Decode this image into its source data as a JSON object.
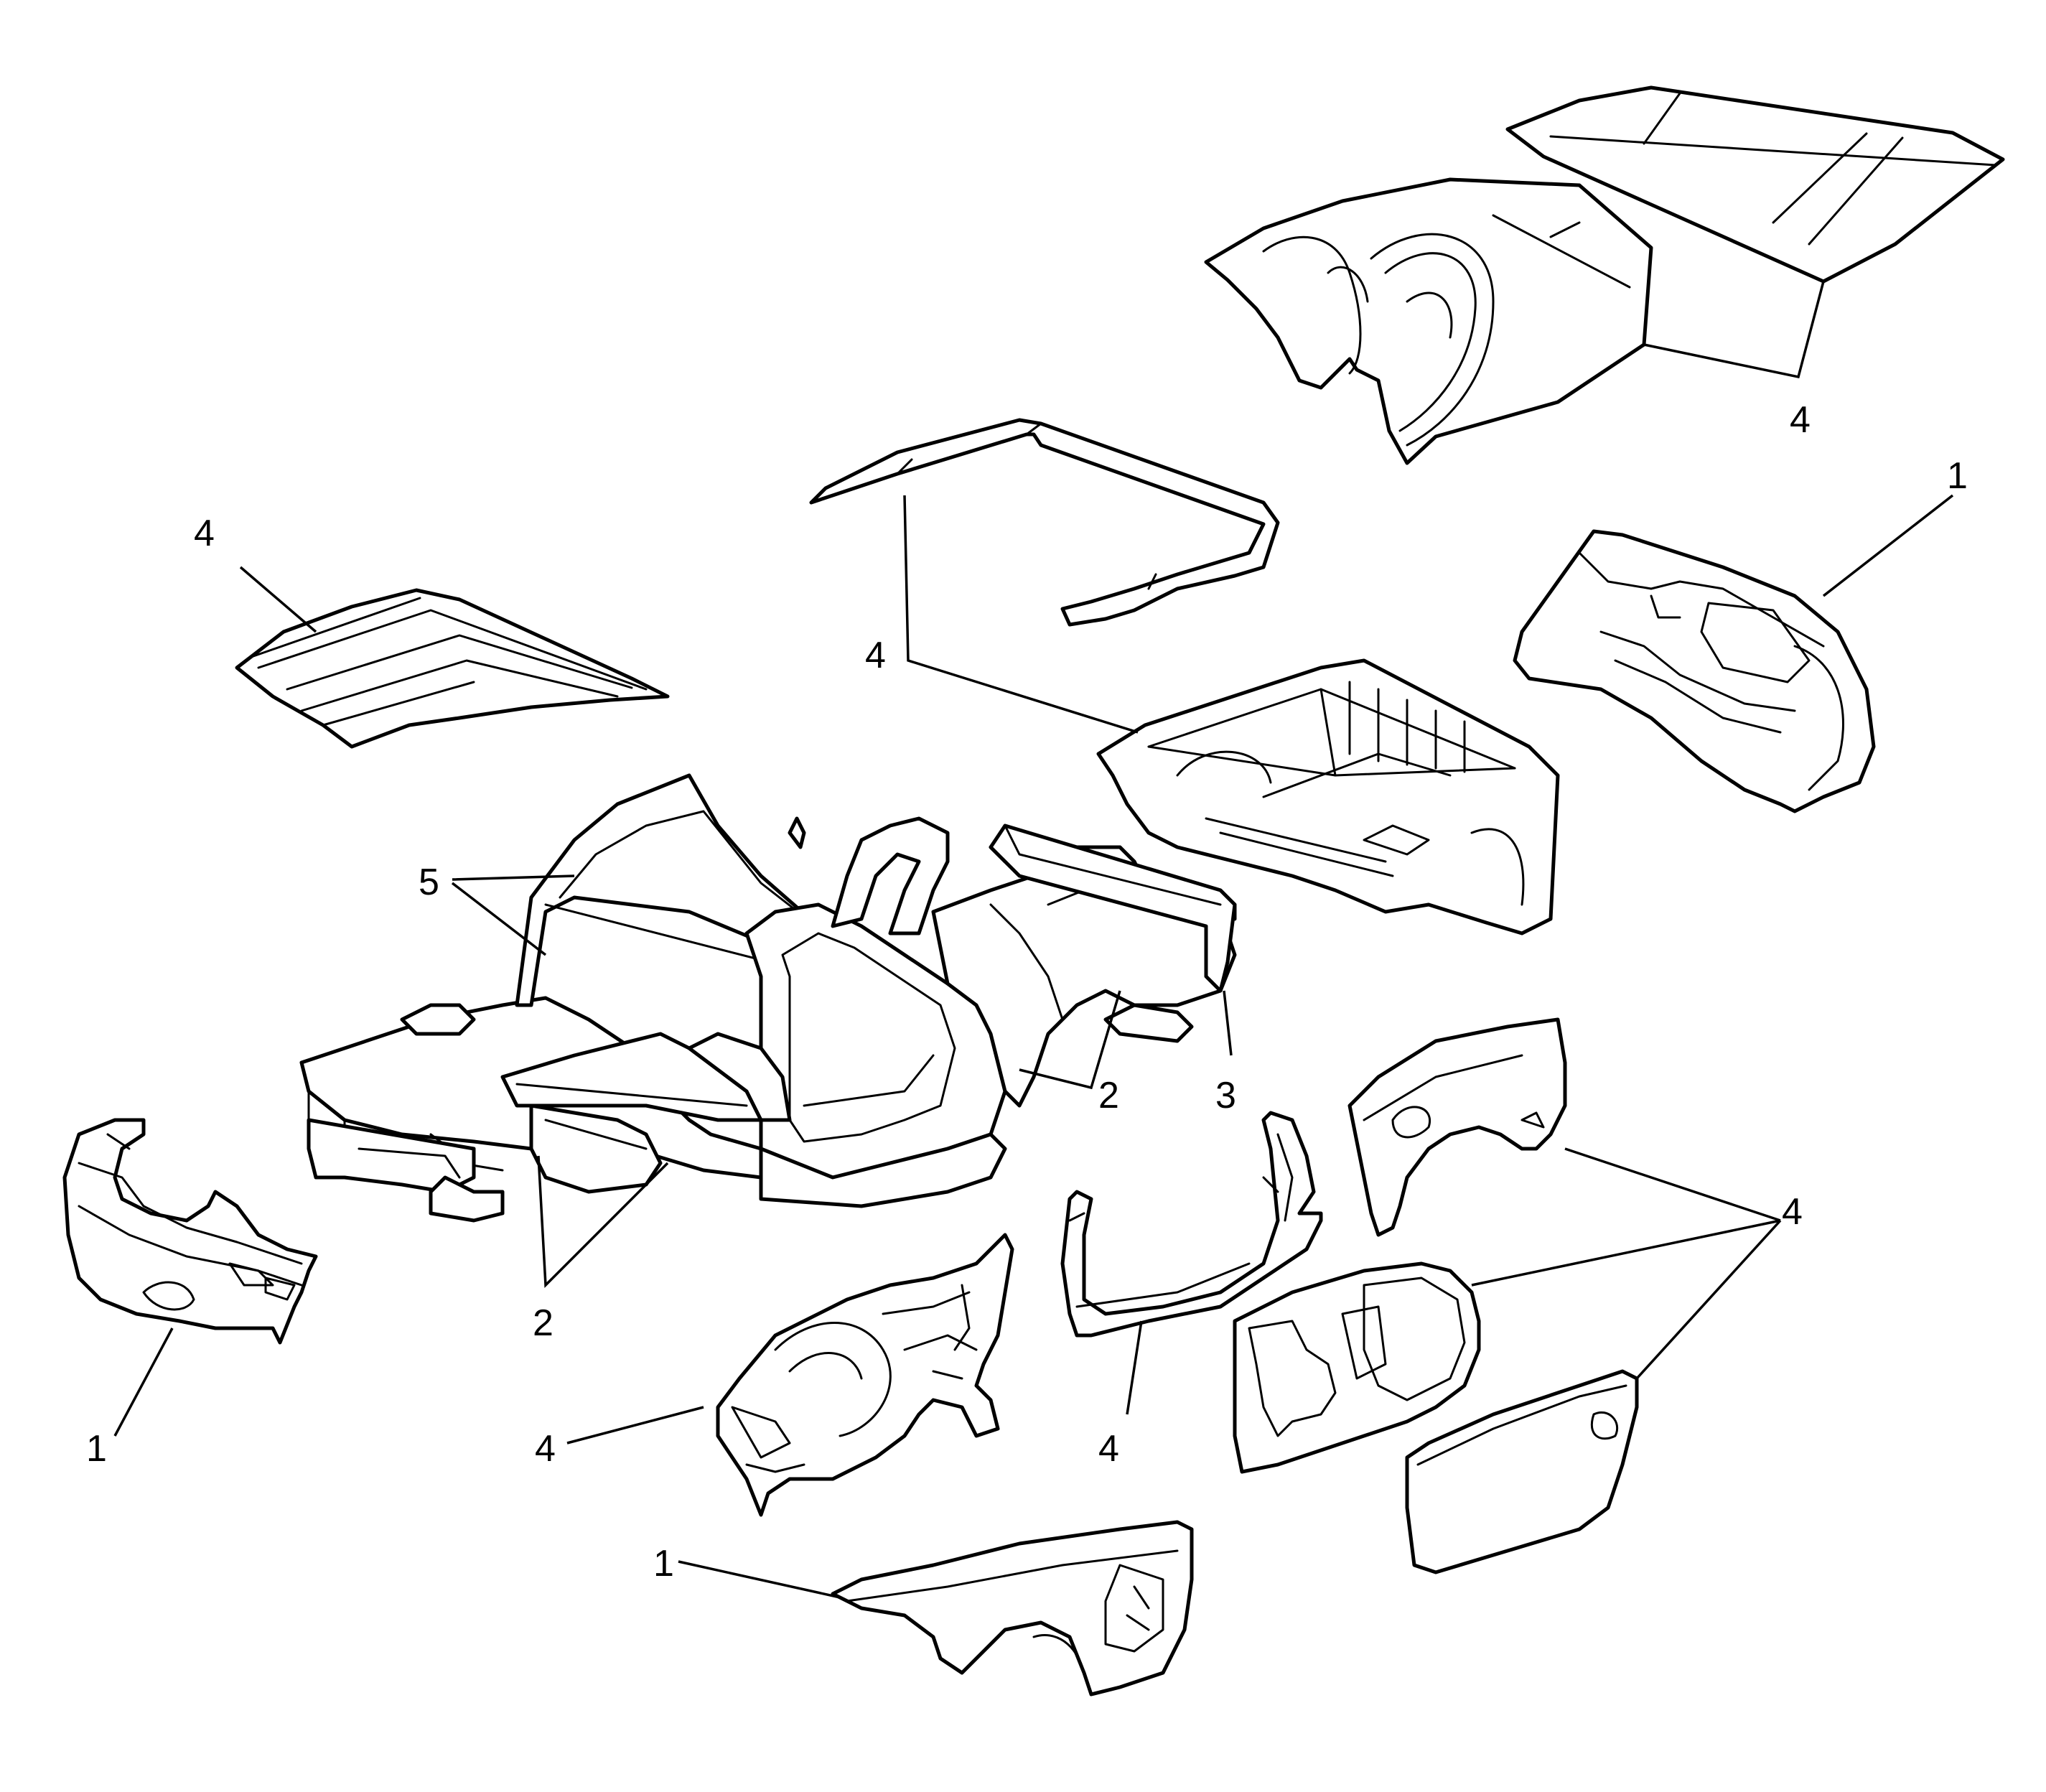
{
  "diagram": {
    "callouts": [
      {
        "id": "rear-trunk-lid-callout",
        "text": "4"
      },
      {
        "id": "rear-fascia-callout",
        "text": "1"
      },
      {
        "id": "hood-callout",
        "text": "4"
      },
      {
        "id": "roof-frame-floor-callout",
        "text": "4"
      },
      {
        "id": "windshield-frame-callout",
        "text": "5"
      },
      {
        "id": "frame-rail-upper-callout",
        "text": "2"
      },
      {
        "id": "rear-panel-callout",
        "text": "3"
      },
      {
        "id": "frame-rail-lower-callout",
        "text": "2"
      },
      {
        "id": "front-fascia-callout",
        "text": "1"
      },
      {
        "id": "front-structure-callout",
        "text": "4"
      },
      {
        "id": "rocker-pillar-callout",
        "text": "4"
      },
      {
        "id": "door-quarter-callout",
        "text": "4"
      },
      {
        "id": "front-fender-callout",
        "text": "1"
      }
    ]
  }
}
